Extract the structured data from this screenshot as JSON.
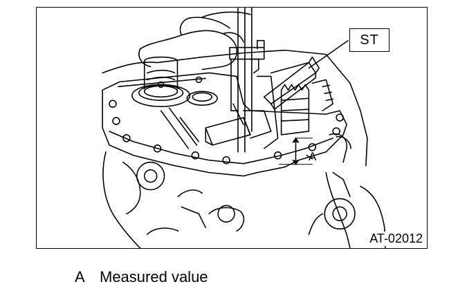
{
  "figure": {
    "figure_id": "AT-02012",
    "callouts": {
      "special_tool": "ST",
      "dimension": "A"
    }
  },
  "legend": {
    "key": "A",
    "description": "Measured value"
  }
}
